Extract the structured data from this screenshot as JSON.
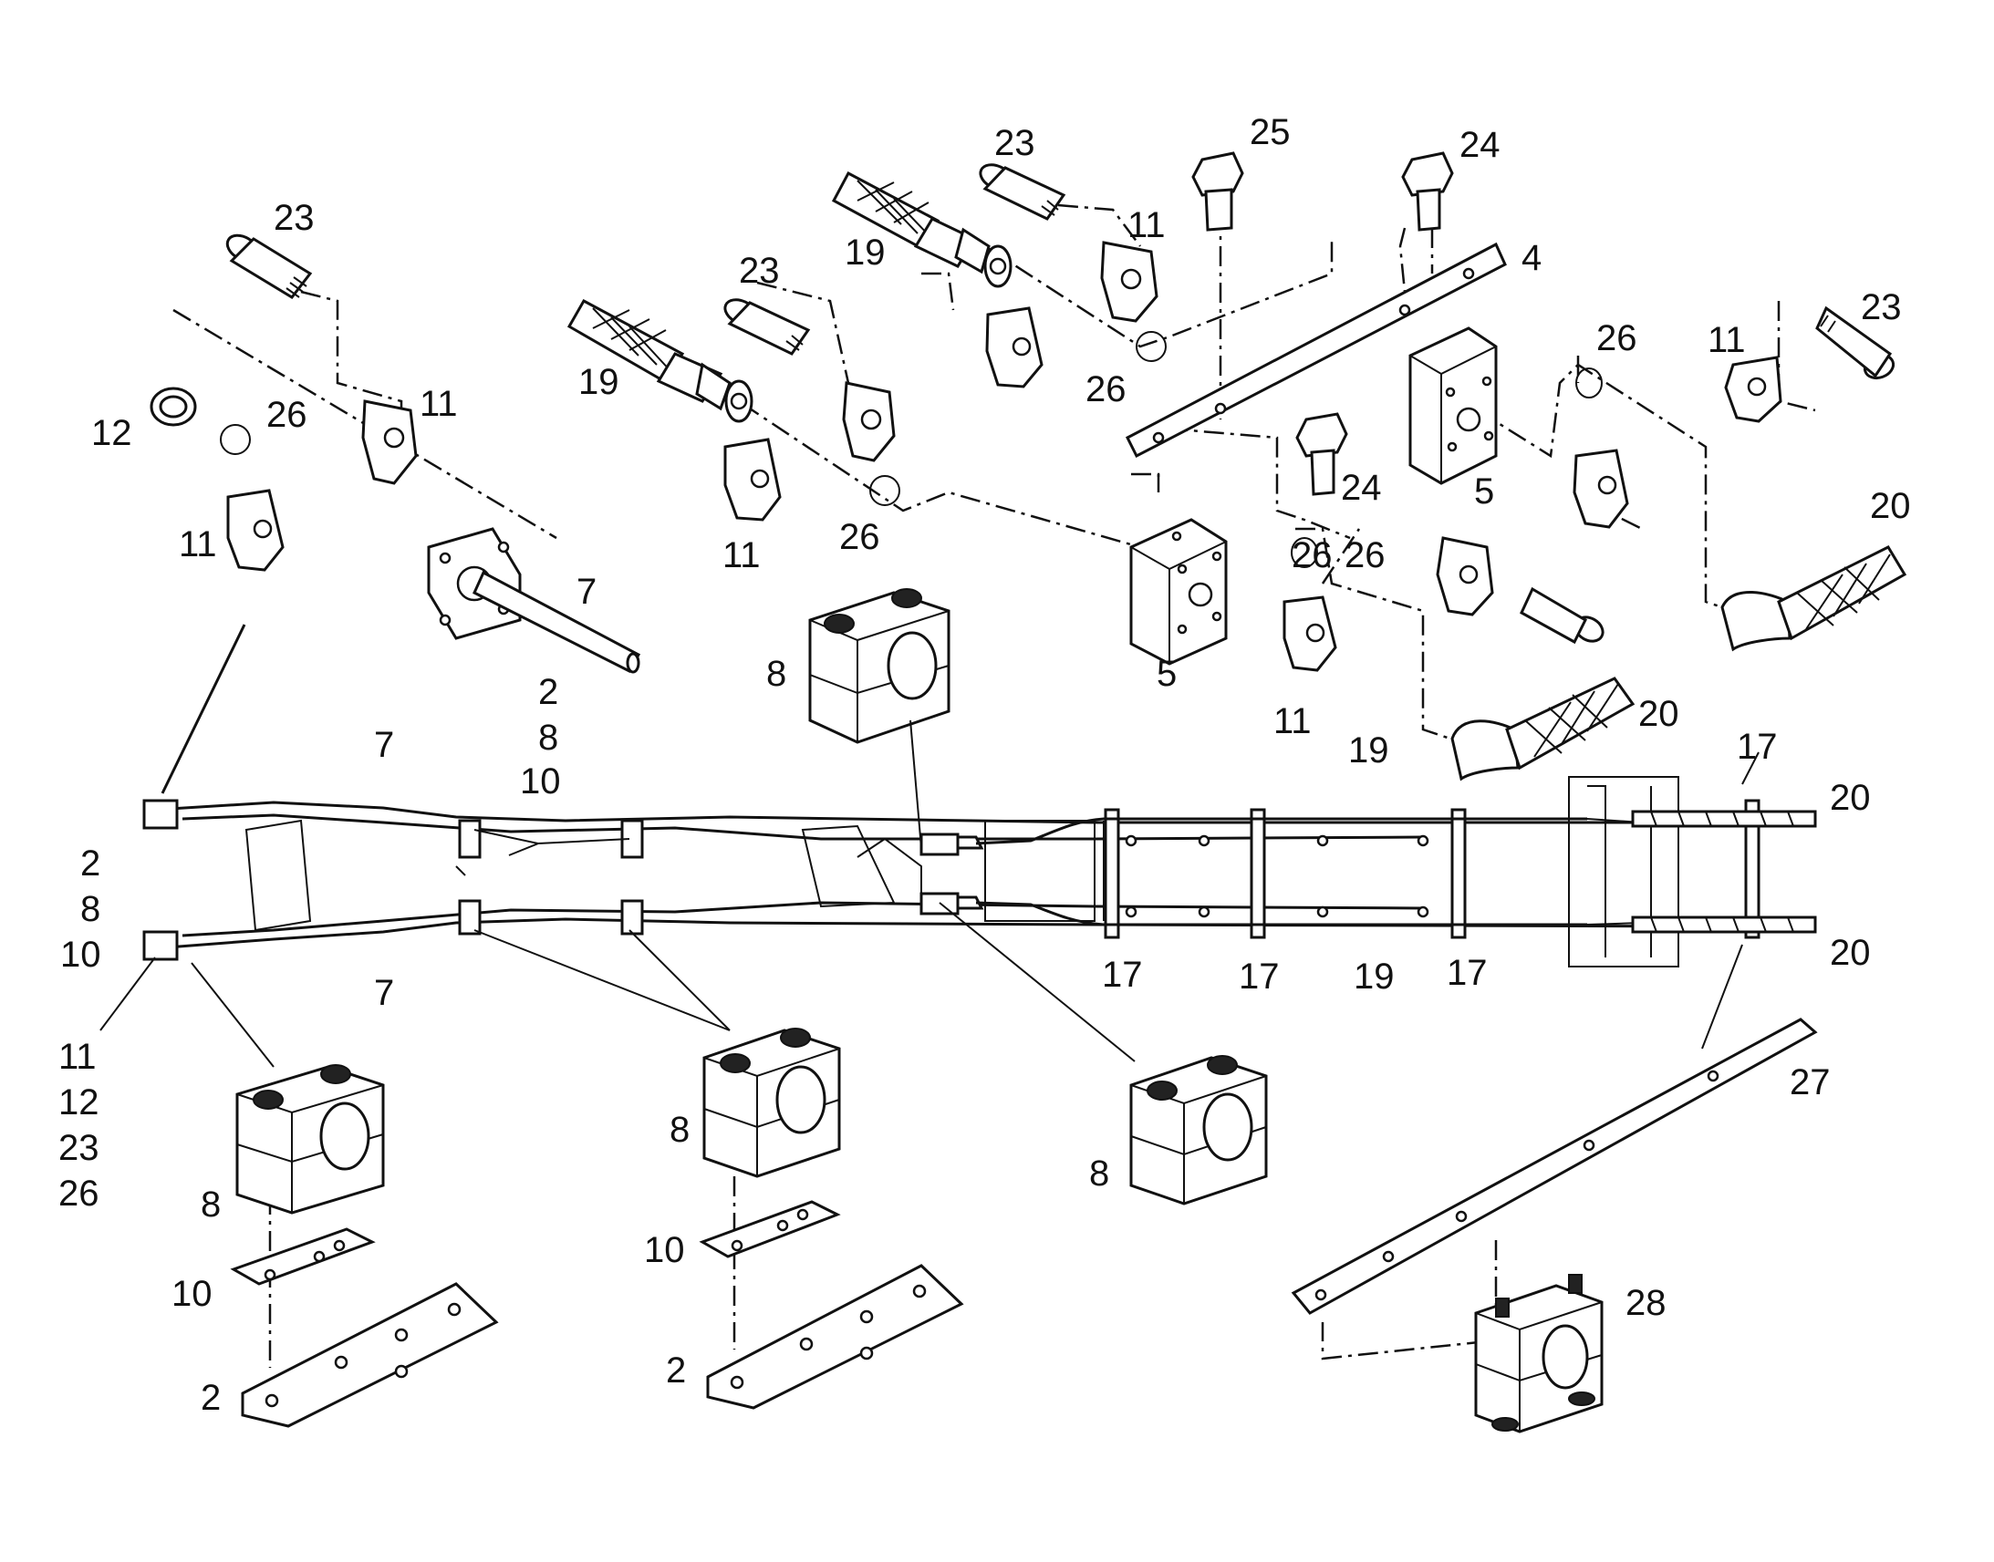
{
  "diagram": {
    "callouts": {
      "c23_a": "23",
      "c11_a": "11",
      "c12": "12",
      "c26_a": "26",
      "c11_b": "11",
      "c19_a": "19",
      "c23_b": "23",
      "c11_c": "11",
      "c26_b": "26",
      "c19_b": "19",
      "c23_c": "23",
      "c11_d": "11",
      "c26_c": "26",
      "c25": "25",
      "c24_a": "24",
      "c4": "4",
      "c24_b": "24",
      "c5_a": "5",
      "c26_d": "26",
      "c11_e": "11",
      "c23_d": "23",
      "c26_e": "26",
      "c5_b": "5",
      "c20_a": "20",
      "c26_f": "26",
      "c11_f": "11",
      "c20_b": "20",
      "c7_a": "7",
      "c2_a": "2",
      "c8_a": "8",
      "c10_a": "10",
      "c8_b": "8",
      "c7_b": "7",
      "c19_c": "19",
      "c17_a": "17",
      "c20_c": "20",
      "c2_b": "2",
      "c8_c": "8",
      "c10_b": "10",
      "c7_c": "7",
      "c17_b": "17",
      "c17_c": "17",
      "c19_d": "19",
      "c17_d": "17",
      "c20_d": "20",
      "c11_g": "11",
      "c12_b": "12",
      "c23_e": "23",
      "c26_g": "26",
      "c8_d": "8",
      "c10_c": "10",
      "c2_c": "2",
      "c8_e": "8",
      "c10_d": "10",
      "c2_d": "2",
      "c8_f": "8",
      "c27": "27",
      "c28": "28"
    }
  }
}
